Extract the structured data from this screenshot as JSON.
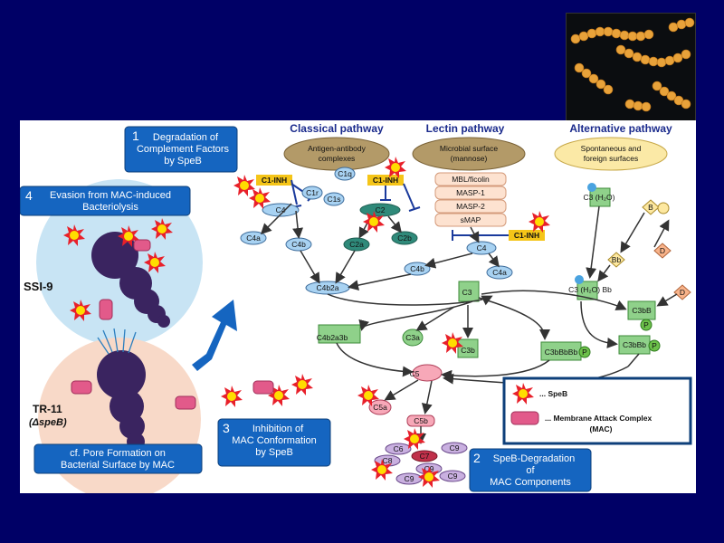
{
  "photo": {
    "caption_top": "",
    "caption_bottom": ""
  },
  "pathways": {
    "classical": "Classical pathway",
    "lectin": "Lectin pathway",
    "alternative": "Alternative pathway",
    "classical_trigger": [
      "Antigen-antibody",
      "complexes"
    ],
    "lectin_trigger": [
      "Microbial surface",
      "(mannose)"
    ],
    "alternative_trigger": [
      "Spontaneous and",
      "foreign surfaces"
    ]
  },
  "boxes": {
    "b1": {
      "num": "1",
      "lines": [
        "Degradation of",
        "Complement Factors",
        "by SpeB"
      ]
    },
    "b2": {
      "num": "2",
      "lines": [
        "SpeB-Degradation",
        "of",
        "MAC Components"
      ]
    },
    "b3": {
      "num": "3",
      "lines": [
        "Inhibition of",
        "MAC Conformation",
        "by SpeB"
      ]
    },
    "b4": {
      "num": "4",
      "lines": [
        "Evasion from MAC-induced",
        "Bacteriolysis"
      ]
    },
    "b5": {
      "lines": [
        "cf. Pore Formation on",
        "Bacterial Surface by MAC"
      ]
    }
  },
  "strains": {
    "ssi": "SSI-9",
    "tr": "TR-11",
    "tr_sub": "(ΔspeB)"
  },
  "lectin_list": [
    "MBL/ficolin",
    "MASP-1",
    "MASP-2",
    "sMAP"
  ],
  "inhibitors": {
    "c1inh": "C1-INH"
  },
  "components": {
    "c1q": "C1q",
    "c1r": "C1r",
    "c1s": "C1s",
    "c4": "C4",
    "c2": "C2",
    "c4a": "C4a",
    "c4b": "C4b",
    "c2a": "C2a",
    "c2b": "C2b",
    "c4b2a": "C4b2a",
    "c4b2a3b": "C4b2a3b",
    "c3": "C3",
    "c3a": "C3a",
    "c3b": "C3b",
    "c3h2o": "C3 (H₂O)",
    "c3h2obb": "C3 (H₂O) Bb",
    "b": "B",
    "d": "D",
    "bb": "Bb",
    "c3bb": "C3bB",
    "c3bbb": "C3bBb",
    "c3bbbbb": "C3bBbBb",
    "p": "P",
    "c5": "C5",
    "c5a": "C5a",
    "c5b": "C5b",
    "c6": "C6",
    "c7": "C7",
    "c8": "C8",
    "c9": "C9"
  },
  "legend": {
    "speb": "... SpeB",
    "mac": "... Membrane Attack Complex",
    "mac2": "(MAC)"
  },
  "colors": {
    "background": "#000066",
    "blue_box": "#1565c0",
    "inh": "#f5c518",
    "speb_red": "#e8202a",
    "speb_yellow": "#ffdd00"
  }
}
